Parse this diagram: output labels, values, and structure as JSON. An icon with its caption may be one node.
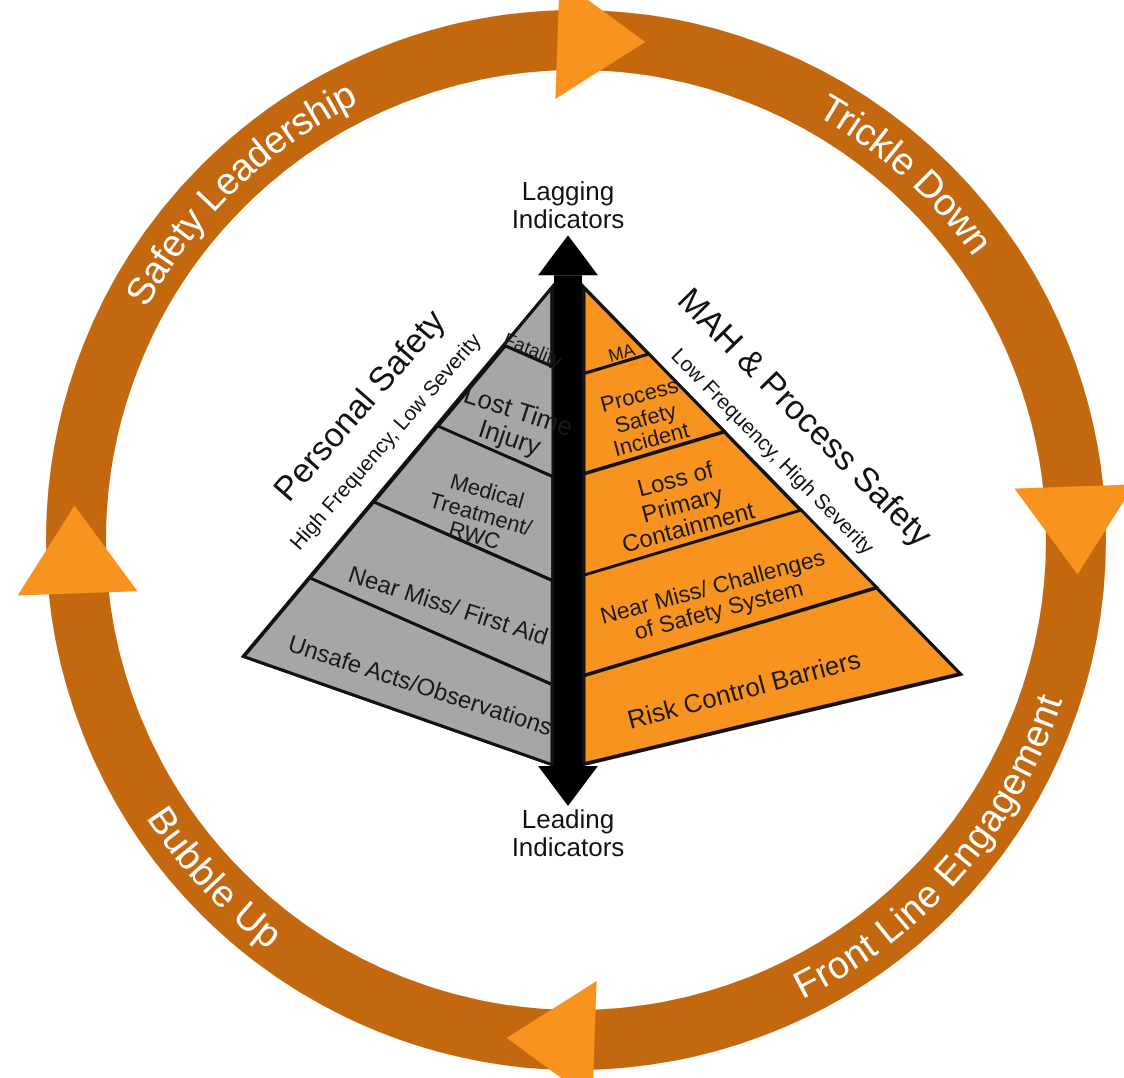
{
  "diagram": {
    "nodes": [
      {
        "text": [
          "Personal Safety",
          "High Frequency, Low Severity"
        ]
      },
      {
        "text": [
          "Fatality"
        ],
        "in": 0
      },
      {
        "text": [
          "Lost Time Injury"
        ],
        "in": 0
      },
      {
        "text": [
          "Medical Treatment/ RWC"
        ],
        "in": 0
      },
      {
        "text": [
          "Near Miss/ First Aid"
        ],
        "in": 0
      },
      {
        "text": [
          "Unsafe Acts/Observations"
        ],
        "in": 0
      },
      {
        "text": [
          "MAH & Process Safety",
          "Low Frequency, High Severity"
        ]
      },
      {
        "text": [
          "MA"
        ],
        "in": 6
      },
      {
        "text": [
          "Process Safety Incident"
        ],
        "in": 6
      },
      {
        "text": [
          "Loss of Primary Containment"
        ],
        "in": 6
      },
      {
        "text": [
          "Near Miss/ Challenges of Safety System"
        ],
        "in": 6
      },
      {
        "text": [
          "Risk Control Barriers"
        ],
        "in": 6
      },
      {
        "text": [
          "Lagging Indicators"
        ]
      },
      {
        "text": [
          "Leading Indicators"
        ]
      }
    ],
    "edges": [
      {
        "from": 13,
        "to": 12,
        "arrow": "both"
      }
    ],
    "labels": [
      "Safety Leadership",
      "Trickle Down",
      "Front Line Engagement",
      "Bubble Up"
    ]
  }
}
